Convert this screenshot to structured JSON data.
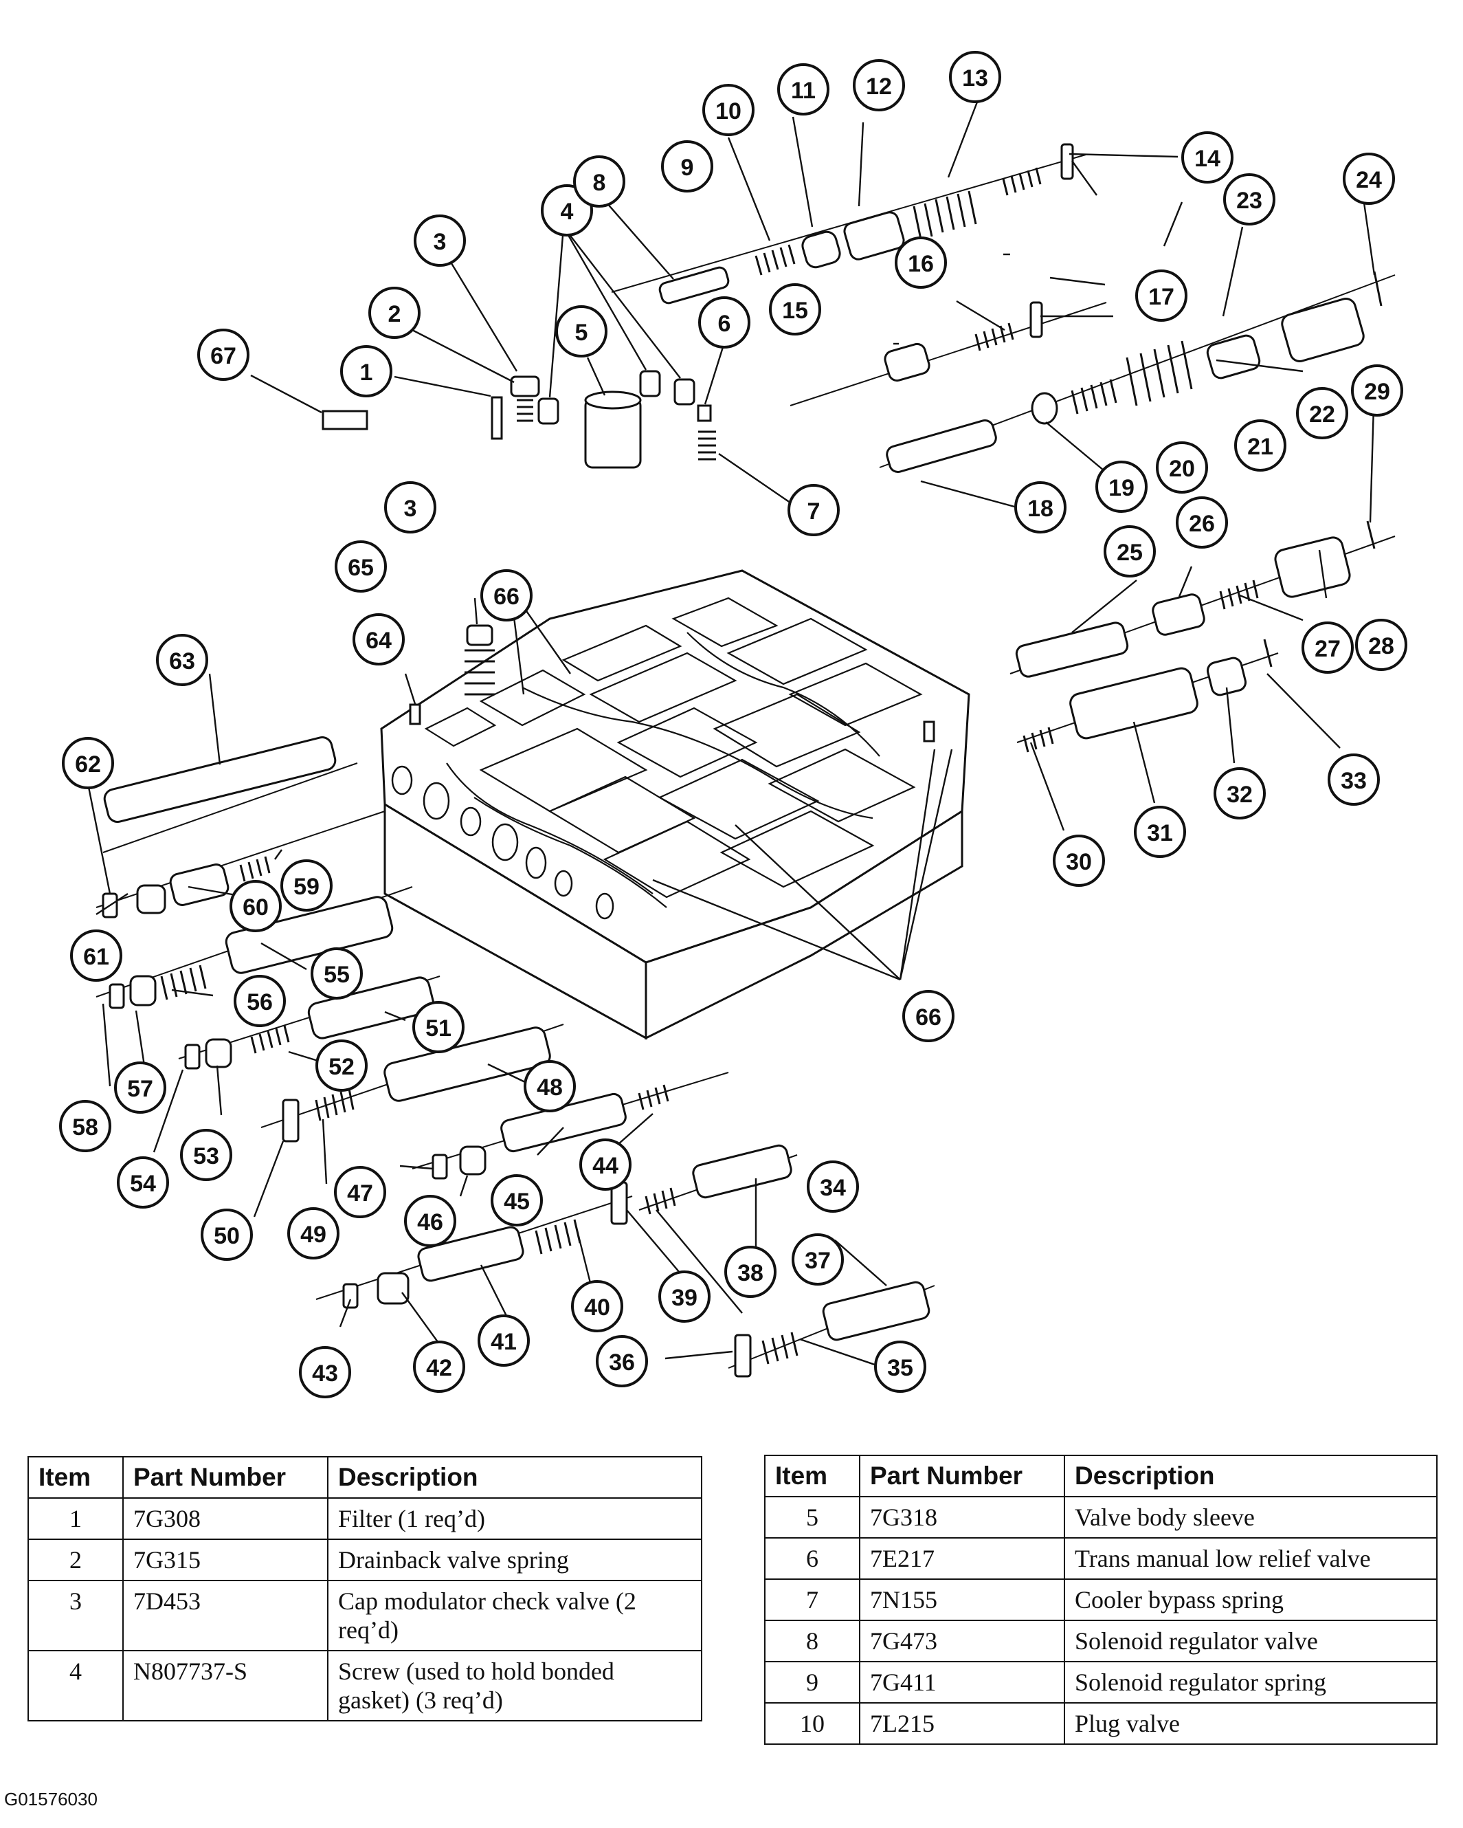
{
  "figure_id": "G01576030",
  "callouts": [
    "1",
    "2",
    "3",
    "4",
    "5",
    "6",
    "7",
    "8",
    "9",
    "10",
    "11",
    "12",
    "13",
    "14",
    "15",
    "16",
    "17",
    "18",
    "19",
    "20",
    "21",
    "22",
    "23",
    "24",
    "25",
    "26",
    "27",
    "28",
    "29",
    "30",
    "31",
    "32",
    "33",
    "34",
    "35",
    "36",
    "37",
    "38",
    "39",
    "40",
    "41",
    "42",
    "43",
    "44",
    "45",
    "46",
    "47",
    "48",
    "49",
    "50",
    "51",
    "52",
    "53",
    "54",
    "55",
    "56",
    "57",
    "58",
    "59",
    "60",
    "61",
    "62",
    "63",
    "64",
    "65",
    "66",
    "67"
  ],
  "table_headers": {
    "item": "Item",
    "part_number": "Part Number",
    "description": "Description"
  },
  "table_left": [
    {
      "item": "1",
      "part_number": "7G308",
      "description": "Filter (1 req’d)"
    },
    {
      "item": "2",
      "part_number": "7G315",
      "description": "Drainback valve spring"
    },
    {
      "item": "3",
      "part_number": "7D453",
      "description": "Cap modulator check valve (2 req’d)"
    },
    {
      "item": "4",
      "part_number": "N807737-S",
      "description": "Screw (used to hold bonded gasket) (3 req’d)"
    }
  ],
  "table_right": [
    {
      "item": "5",
      "part_number": "7G318",
      "description": "Valve body sleeve"
    },
    {
      "item": "6",
      "part_number": "7E217",
      "description": "Trans manual low relief valve"
    },
    {
      "item": "7",
      "part_number": "7N155",
      "description": "Cooler bypass spring"
    },
    {
      "item": "8",
      "part_number": "7G473",
      "description": "Solenoid regulator valve"
    },
    {
      "item": "9",
      "part_number": "7G411",
      "description": "Solenoid regulator spring"
    },
    {
      "item": "10",
      "part_number": "7L215",
      "description": "Plug valve"
    }
  ]
}
